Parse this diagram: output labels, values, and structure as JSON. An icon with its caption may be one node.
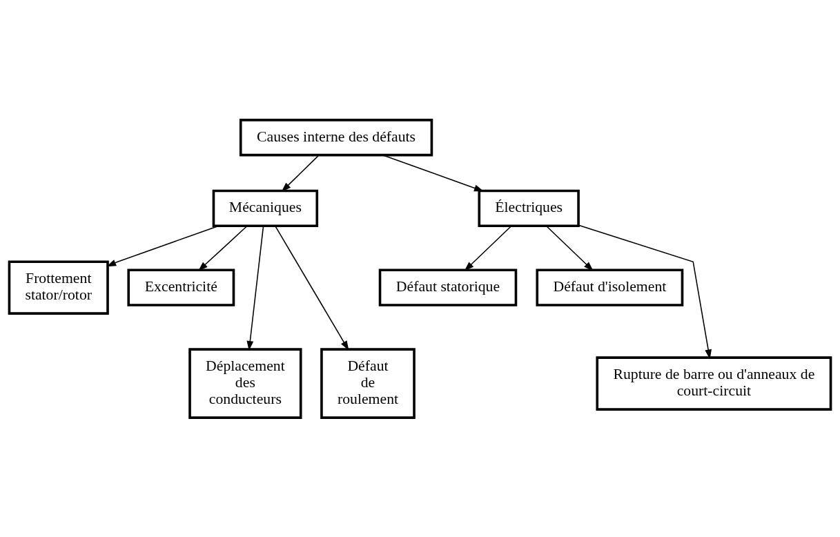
{
  "diagram": {
    "nodes": [
      {
        "text": [
          "Causes interne des défauts"
        ]
      },
      {
        "text": [
          "Mécaniques"
        ]
      },
      {
        "text": [
          "Électriques"
        ]
      },
      {
        "text": [
          "Frottement stator/rotor"
        ]
      },
      {
        "text": [
          "Excentricité"
        ]
      },
      {
        "text": [
          "Défaut statorique"
        ]
      },
      {
        "text": [
          "Défaut d'isolement"
        ]
      },
      {
        "text": [
          "Déplacement des conducteurs"
        ]
      },
      {
        "text": [
          "Défaut de roulement"
        ]
      },
      {
        "text": [
          "Rupture de barre ou d'anneaux de court-circuit"
        ]
      }
    ],
    "edges": [
      {
        "from": 0,
        "to": 1,
        "arrow": "to"
      },
      {
        "from": 0,
        "to": 2,
        "arrow": "to"
      },
      {
        "from": 1,
        "to": 3,
        "arrow": "to"
      },
      {
        "from": 1,
        "to": 4,
        "arrow": "to"
      },
      {
        "from": 1,
        "to": 7,
        "arrow": "to"
      },
      {
        "from": 1,
        "to": 8,
        "arrow": "to"
      },
      {
        "from": 2,
        "to": 5,
        "arrow": "to"
      },
      {
        "from": 2,
        "to": 6,
        "arrow": "to"
      },
      {
        "from": 2,
        "to": 9,
        "arrow": "to"
      }
    ]
  }
}
